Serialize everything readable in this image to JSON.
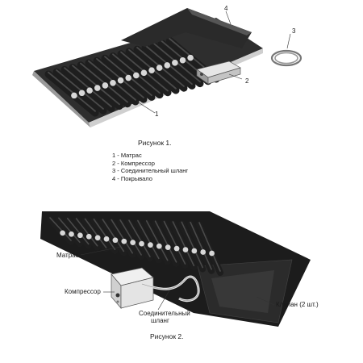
{
  "figure1": {
    "caption": "Рисунок 1.",
    "callouts": [
      "1",
      "2",
      "3",
      "4"
    ],
    "legend": [
      "1 -  Матрас",
      "2 - Компрессор",
      "3 -  Соединительный шланг",
      "4 - Покрывало"
    ]
  },
  "figure2": {
    "caption": "Рисунок 2.",
    "labels": {
      "mattress": "Матрас",
      "compressor": "Компрессор",
      "hose_line1": "Соединительный",
      "hose_line2": "шланг",
      "valve": "Клапан (2 шт.)"
    }
  },
  "colors": {
    "mattress_dark": "#1e1e1e",
    "cover": "#2a2a2a",
    "stripe": "#d8d8d8",
    "frame": "#bdbdbd"
  },
  "icons": [
    "air-mattress-illustration",
    "compressor-illustration",
    "hose-coil-illustration"
  ]
}
